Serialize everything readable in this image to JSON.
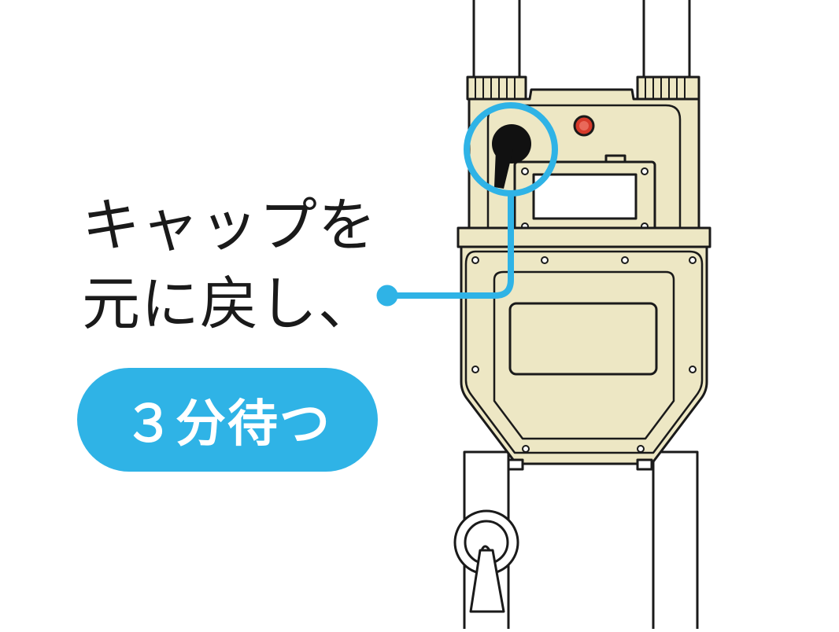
{
  "instruction": {
    "line1": "キャップを",
    "line2": "元に戻し、",
    "badge": "３分待つ"
  },
  "colors": {
    "meter_body": "#ede7c4",
    "outline": "#1a1a1a",
    "highlight": "#2fb3e6",
    "indicator_light": "#d63a2a"
  },
  "icons": {
    "meter": "gas-meter-icon",
    "cap": "cap-icon",
    "valve": "shutoff-valve-icon"
  }
}
